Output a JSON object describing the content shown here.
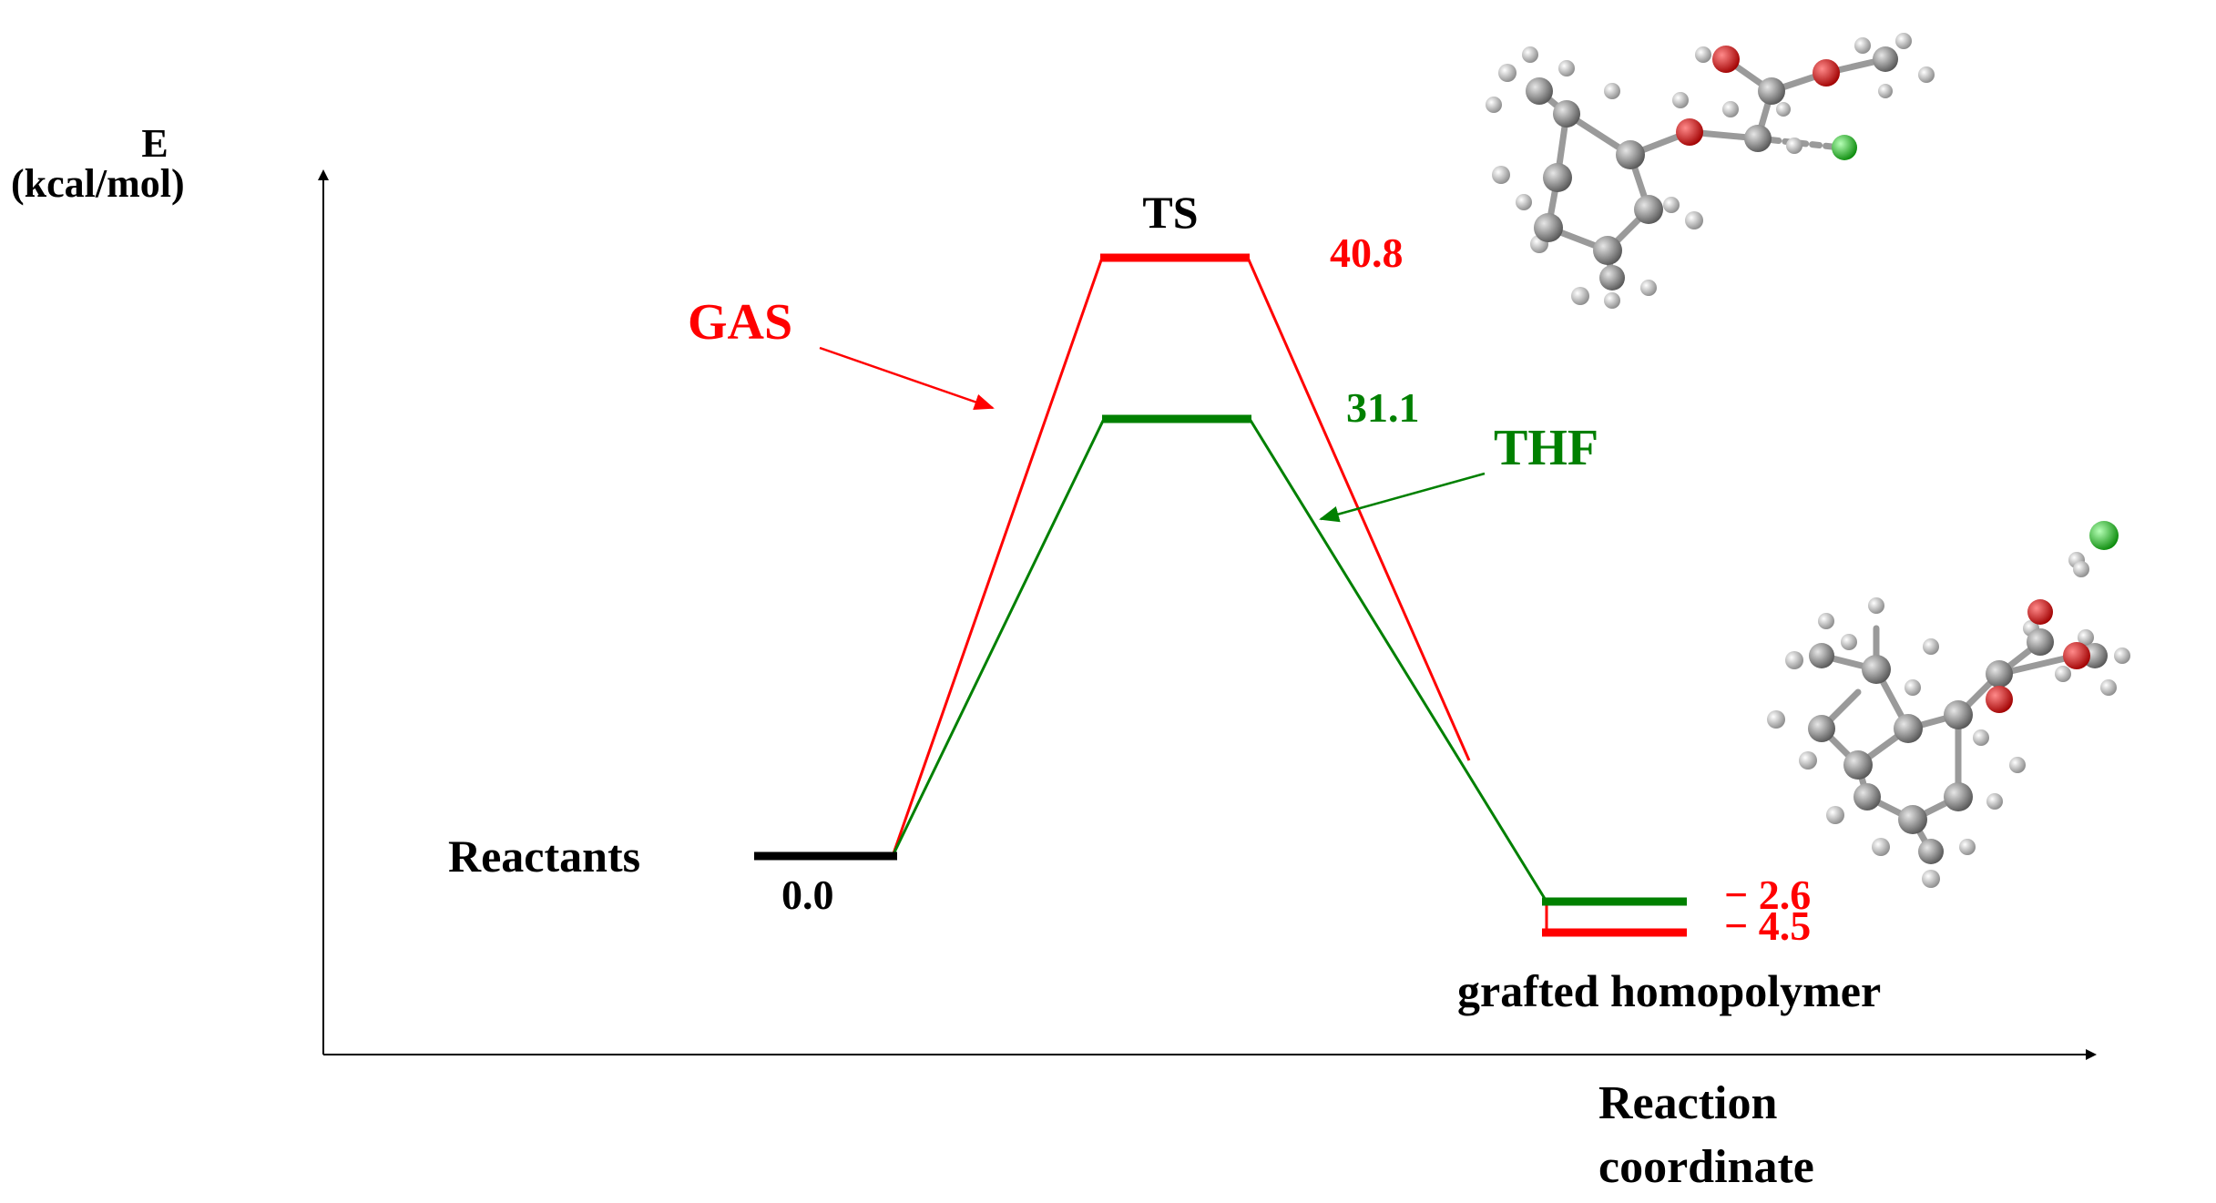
{
  "axes": {
    "y_label_line1": "E",
    "y_label_line2": "(kcal/mol)",
    "x_label_line1": "Reaction",
    "x_label_line2": "coordinate"
  },
  "levels": {
    "reactants": {
      "label": "Reactants",
      "value": "0.0"
    },
    "ts": {
      "label": "TS",
      "gas_value": "40.8",
      "thf_value": "31.1"
    },
    "product": {
      "label": "grafted homopolymer",
      "thf_value": "− 2.6",
      "gas_value": "− 4.5"
    }
  },
  "series": {
    "gas": {
      "label": "GAS",
      "color": "#ff0000"
    },
    "thf": {
      "label": "THF",
      "color": "#008000"
    }
  },
  "structures": {
    "ts_molecule": "ts-molecule-ball-and-stick",
    "product_molecule": "product-molecule-ball-and-stick"
  },
  "atom_colors": {
    "carbon": "#8c8c8c",
    "hydrogen": "#d4d4d4",
    "oxygen": "#e01010",
    "chlorine": "#22cc22"
  }
}
